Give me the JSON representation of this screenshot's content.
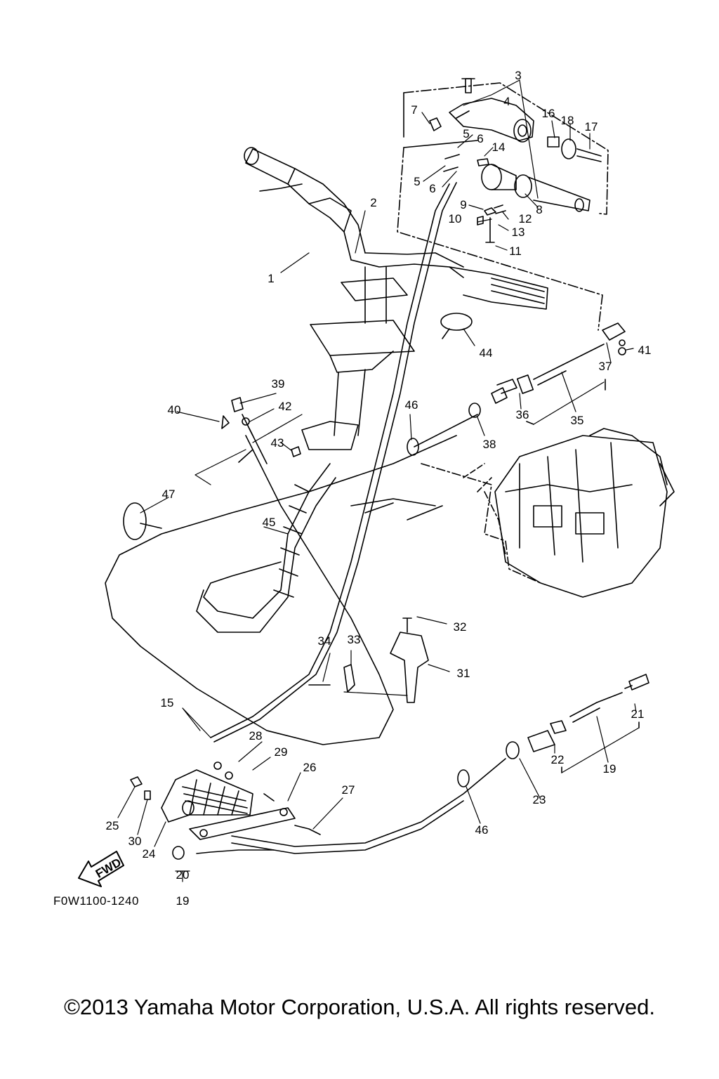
{
  "diagram": {
    "drawing_code": "F0W1100-1240",
    "fwd_label": "FWD",
    "callouts": [
      {
        "id": "p1",
        "text": "1"
      },
      {
        "id": "p2",
        "text": "2"
      },
      {
        "id": "p3",
        "text": "3"
      },
      {
        "id": "p4",
        "text": "4"
      },
      {
        "id": "p5a",
        "text": "5"
      },
      {
        "id": "p5b",
        "text": "5"
      },
      {
        "id": "p6a",
        "text": "6"
      },
      {
        "id": "p6b",
        "text": "6"
      },
      {
        "id": "p7",
        "text": "7"
      },
      {
        "id": "p8",
        "text": "8"
      },
      {
        "id": "p9",
        "text": "9"
      },
      {
        "id": "p10",
        "text": "10"
      },
      {
        "id": "p11",
        "text": "11"
      },
      {
        "id": "p12",
        "text": "12"
      },
      {
        "id": "p13",
        "text": "13"
      },
      {
        "id": "p14",
        "text": "14"
      },
      {
        "id": "p15",
        "text": "15"
      },
      {
        "id": "p16",
        "text": "16"
      },
      {
        "id": "p17",
        "text": "17"
      },
      {
        "id": "p18",
        "text": "18"
      },
      {
        "id": "p19a",
        "text": "19"
      },
      {
        "id": "p19b",
        "text": "19"
      },
      {
        "id": "p20",
        "text": "20"
      },
      {
        "id": "p21",
        "text": "21"
      },
      {
        "id": "p22",
        "text": "22"
      },
      {
        "id": "p23",
        "text": "23"
      },
      {
        "id": "p24",
        "text": "24"
      },
      {
        "id": "p25",
        "text": "25"
      },
      {
        "id": "p26",
        "text": "26"
      },
      {
        "id": "p27",
        "text": "27"
      },
      {
        "id": "p28",
        "text": "28"
      },
      {
        "id": "p29",
        "text": "29"
      },
      {
        "id": "p30",
        "text": "30"
      },
      {
        "id": "p31",
        "text": "31"
      },
      {
        "id": "p32",
        "text": "32"
      },
      {
        "id": "p33",
        "text": "33"
      },
      {
        "id": "p34",
        "text": "34"
      },
      {
        "id": "p35",
        "text": "35"
      },
      {
        "id": "p36",
        "text": "36"
      },
      {
        "id": "p37",
        "text": "37"
      },
      {
        "id": "p38",
        "text": "38"
      },
      {
        "id": "p39",
        "text": "39"
      },
      {
        "id": "p40",
        "text": "40"
      },
      {
        "id": "p41",
        "text": "41"
      },
      {
        "id": "p42",
        "text": "42"
      },
      {
        "id": "p43",
        "text": "43"
      },
      {
        "id": "p44",
        "text": "44"
      },
      {
        "id": "p45",
        "text": "45"
      },
      {
        "id": "p46a",
        "text": "46"
      },
      {
        "id": "p46b",
        "text": "46"
      },
      {
        "id": "p47",
        "text": "47"
      }
    ]
  },
  "footer": {
    "copyright": "©2013 Yamaha Motor Corporation, U.S.A. All rights reserved."
  }
}
